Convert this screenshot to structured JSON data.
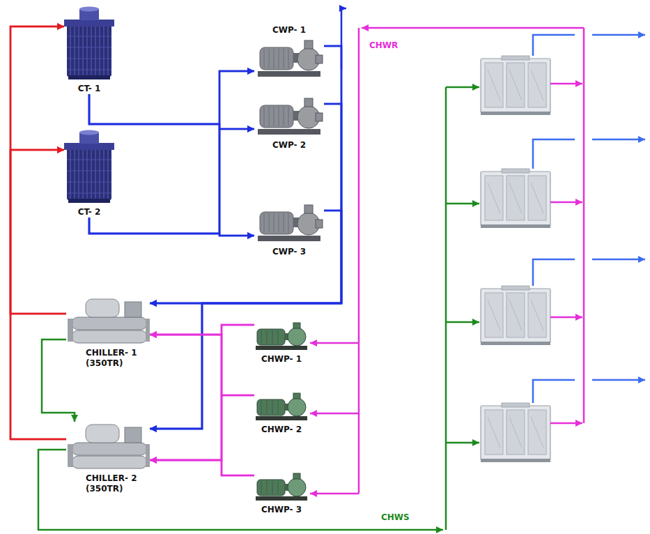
{
  "diagram": {
    "nodes": [
      {
        "text": [
          "CT- 1"
        ]
      },
      {
        "text": [
          "CT- 2"
        ]
      },
      {
        "text": [
          "CWP- 1"
        ]
      },
      {
        "text": [
          "CWP- 2"
        ]
      },
      {
        "text": [
          "CWP- 3"
        ]
      },
      {
        "text": [
          "CHILLER- 1 (350TR)"
        ]
      },
      {
        "text": [
          "CHILLER- 2 (350TR)"
        ]
      },
      {
        "text": [
          "CHWP- 1"
        ]
      },
      {
        "text": [
          "CHWP- 2"
        ]
      },
      {
        "text": [
          "CHWP- 3"
        ]
      }
    ],
    "edges": [
      {
        "from": 0,
        "to": 2,
        "arrow": "to"
      },
      {
        "from": 0,
        "to": 3,
        "arrow": "to"
      },
      {
        "from": 0,
        "to": 4,
        "arrow": "to"
      },
      {
        "from": 1,
        "to": 2,
        "arrow": "to"
      },
      {
        "from": 1,
        "to": 3,
        "arrow": "to"
      },
      {
        "from": 1,
        "to": 4,
        "arrow": "to"
      },
      {
        "from": 2,
        "to": 5,
        "arrow": "to"
      },
      {
        "from": 2,
        "to": 6,
        "arrow": "to"
      },
      {
        "from": 3,
        "to": 5,
        "arrow": "to"
      },
      {
        "from": 3,
        "to": 6,
        "arrow": "to"
      },
      {
        "from": 4,
        "to": 5,
        "arrow": "to"
      },
      {
        "from": 4,
        "to": 6,
        "arrow": "to"
      },
      {
        "from": 5,
        "to": 0,
        "arrow": "to"
      },
      {
        "from": 5,
        "to": 1,
        "arrow": "to"
      },
      {
        "from": 6,
        "to": 0,
        "arrow": "to"
      },
      {
        "from": 6,
        "to": 1,
        "arrow": "to"
      },
      {
        "from": 7,
        "to": 5,
        "arrow": "to"
      },
      {
        "from": 7,
        "to": 6,
        "arrow": "to"
      },
      {
        "from": 8,
        "to": 5,
        "arrow": "to"
      },
      {
        "from": 8,
        "to": 6,
        "arrow": "to"
      },
      {
        "from": 9,
        "to": 5,
        "arrow": "to"
      },
      {
        "from": 9,
        "to": 6,
        "arrow": "to"
      },
      {
        "from": 5,
        "to": 6,
        "arrow": "to"
      }
    ],
    "labels": [
      "CHWR",
      "CHWS"
    ]
  }
}
